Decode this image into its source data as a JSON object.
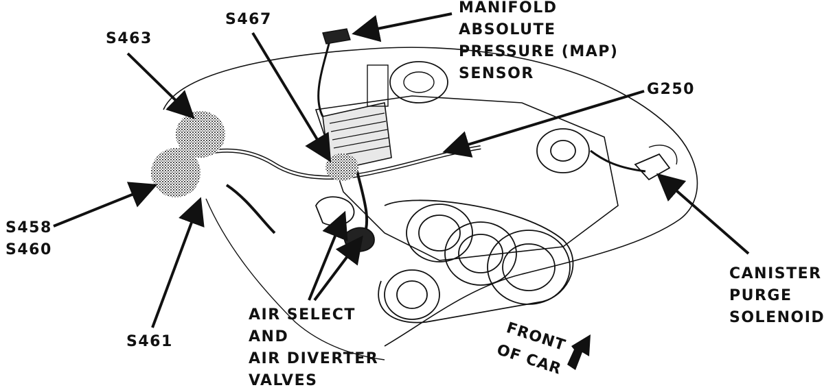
{
  "labels": {
    "map_sensor": [
      "MANIFOLD",
      "ABSOLUTE",
      "PRESSURE (MAP)",
      "SENSOR"
    ],
    "s467": "S467",
    "s463": "S463",
    "g250": "G250",
    "s458": "S458",
    "s460": "S460",
    "s461": "S461",
    "air_valves": [
      "AIR SELECT",
      "AND",
      "AIR DIVERTER",
      "VALVES"
    ],
    "canister": [
      "CANISTER",
      "PURGE",
      "SOLENOID"
    ],
    "front_of_car": [
      "FRONT",
      "OF CAR"
    ]
  },
  "colors": {
    "ink": "#111111",
    "paper": "#ffffff"
  }
}
